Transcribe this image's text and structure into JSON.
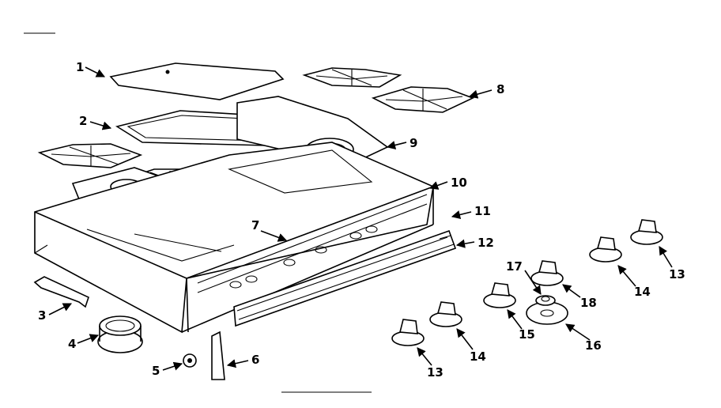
{
  "callouts": {
    "c1": "1",
    "c2": "2",
    "c3": "3",
    "c4": "4",
    "c5": "5",
    "c6": "6",
    "c7": "7",
    "c8": "8",
    "c9": "9",
    "c10": "10",
    "c11": "11",
    "c12": "12",
    "c13a": "13",
    "c13b": "13",
    "c14a": "14",
    "c14b": "14",
    "c15": "15",
    "c16": "16",
    "c17": "17",
    "c18": "18"
  }
}
